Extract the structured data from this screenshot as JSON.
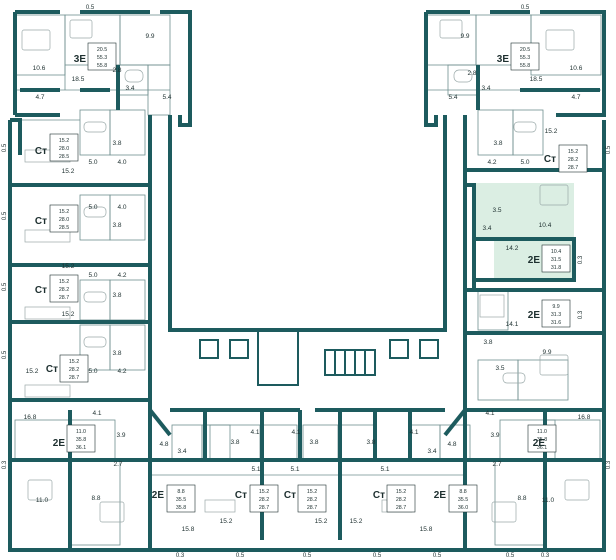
{
  "plan": {
    "colors": {
      "wall": "#1d5b5e",
      "highlight": "#dbeee3",
      "room_stroke": "#6f8f8f",
      "furniture": "#9aa9a9",
      "text": "#1d2f2f"
    },
    "top_left_unit": {
      "type": "3Е",
      "stats": [
        "20.5",
        "55.3",
        "55.8"
      ],
      "rooms": [
        "9.9",
        "10.6",
        "18.5",
        "2.8",
        "4.7",
        "3.4",
        "5.4"
      ],
      "balcony": "0.5"
    },
    "top_right_unit": {
      "type": "3Е",
      "stats": [
        "20.5",
        "55.3",
        "55.8"
      ],
      "rooms": [
        "9.9",
        "10.6",
        "18.5",
        "2.8",
        "4.7",
        "3.4",
        "5.4"
      ],
      "balcony": "0.5"
    },
    "left_studios": [
      {
        "type": "Ст",
        "stats": [
          "15.2",
          "28.0",
          "28.5"
        ],
        "rooms": [
          "3.8",
          "5.0",
          "4.0",
          "15.2"
        ],
        "balcony": "0.5"
      },
      {
        "type": "Ст",
        "stats": [
          "15.2",
          "28.0",
          "28.5"
        ],
        "rooms": [
          "3.8",
          "5.0",
          "4.0",
          "15.2"
        ],
        "balcony": "0.5"
      },
      {
        "type": "Ст",
        "stats": [
          "15.2",
          "28.2",
          "28.7"
        ],
        "rooms": [
          "3.8",
          "5.0",
          "4.2",
          "15.2"
        ],
        "balcony": "0.5"
      },
      {
        "type": "Ст",
        "stats": [
          "15.2",
          "28.2",
          "28.7"
        ],
        "rooms": [
          "3.8",
          "5.0",
          "4.2",
          "15.2"
        ],
        "balcony": "0.5"
      }
    ],
    "right_studio": {
      "type": "Ст",
      "stats": [
        "15.2",
        "28.2",
        "28.7"
      ],
      "rooms": [
        "3.8",
        "4.2",
        "5.0",
        "15.2"
      ],
      "balcony": "0.5"
    },
    "right_highlight_unit": {
      "type": "2Е",
      "stats": [
        "10.4",
        "31.5",
        "31.8"
      ],
      "rooms": [
        "3.5",
        "10.4",
        "3.4",
        "14.2"
      ],
      "balcony": "0.3"
    },
    "right_mid_unit": {
      "type": "2Е",
      "stats": [
        "9.9",
        "31.3",
        "31.6"
      ],
      "rooms": [
        "14.1",
        "3.8",
        "9.9",
        "3.5"
      ],
      "balcony": "0.3"
    },
    "bottom_left_2e": {
      "type": "2Е",
      "stats": [
        "11.0",
        "35.8",
        "36.1"
      ],
      "rooms": [
        "16.8",
        "4.1",
        "3.9",
        "2.7",
        "11.0",
        "8.8"
      ],
      "balcony": "0.3"
    },
    "bottom_right_2e": {
      "type": "2Е",
      "stats": [
        "11.0",
        "35.8",
        "36.1"
      ],
      "rooms": [
        "16.8",
        "4.1",
        "3.9",
        "2.7",
        "11.0",
        "8.8"
      ],
      "balcony": "0.3"
    },
    "bottom_2e_left": {
      "type": "2Е",
      "stats": [
        "8.8",
        "35.5",
        "35.8"
      ],
      "rooms": [
        "4.8",
        "3.4",
        "15.8"
      ]
    },
    "bottom_2e_right": {
      "type": "2Е",
      "stats": [
        "8.8",
        "35.5",
        "36.0"
      ],
      "rooms": [
        "4.8",
        "3.4",
        "15.8"
      ]
    },
    "bottom_studios": [
      {
        "type": "Ст",
        "stats": [
          "15.2",
          "28.2",
          "28.7"
        ],
        "rooms": [
          "3.8",
          "5.1",
          "15.2",
          "4.1"
        ]
      },
      {
        "type": "Ст",
        "stats": [
          "15.2",
          "28.2",
          "28.7"
        ],
        "rooms": [
          "3.8",
          "5.1",
          "15.2",
          "4.1"
        ]
      },
      {
        "type": "Ст",
        "stats": [
          "15.2",
          "28.2",
          "28.7"
        ],
        "rooms": [
          "3.8",
          "5.1",
          "15.2",
          "4.1"
        ]
      }
    ],
    "bottom_balconies": [
      "0.3",
      "0.5",
      "0.5",
      "0.5",
      "0.5",
      "0.5",
      "0.3"
    ],
    "left_top_area": "15.2",
    "left_bottom_area": "15.2"
  }
}
